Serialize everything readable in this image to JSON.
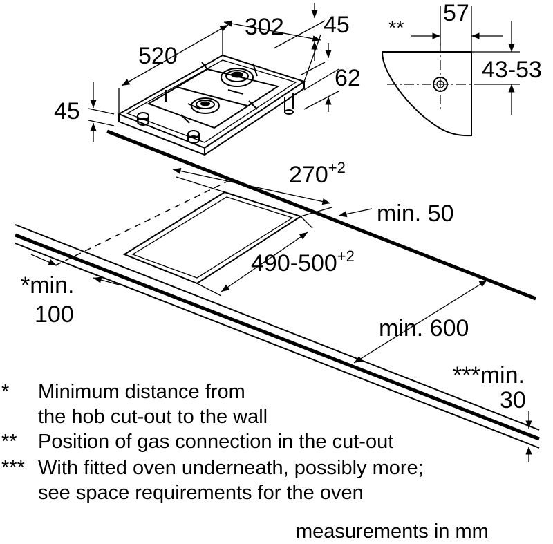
{
  "dimensions": {
    "hob_width": "520",
    "hob_depth": "302",
    "hob_height_front": "45",
    "hob_height_back": "45",
    "hob_leg_offset": "62",
    "gas_connection_from_back": "57",
    "gas_connection_depth": "43-53",
    "gas_connection_mark": "**",
    "cutout_width": "270",
    "cutout_width_tolerance": "+2",
    "cutout_depth": "490-500",
    "cutout_depth_tolerance": "+2",
    "back_distance": "min. 50",
    "worktop_depth": "min. 600",
    "wall_distance_line1": "*min.",
    "wall_distance_line2": "100",
    "oven_gap_line1": "***min.",
    "oven_gap_line2": "30"
  },
  "notes": [
    {
      "mark": "*",
      "lines": [
        "Minimum distance from",
        "the hob cut-out to the wall"
      ]
    },
    {
      "mark": "**",
      "lines": [
        "Position of gas connection in the cut-out"
      ]
    },
    {
      "mark": "***",
      "lines": [
        "With fitted oven underneath, possibly more;",
        "see space requirements for the oven"
      ]
    }
  ],
  "units_caption": "measurements in mm"
}
